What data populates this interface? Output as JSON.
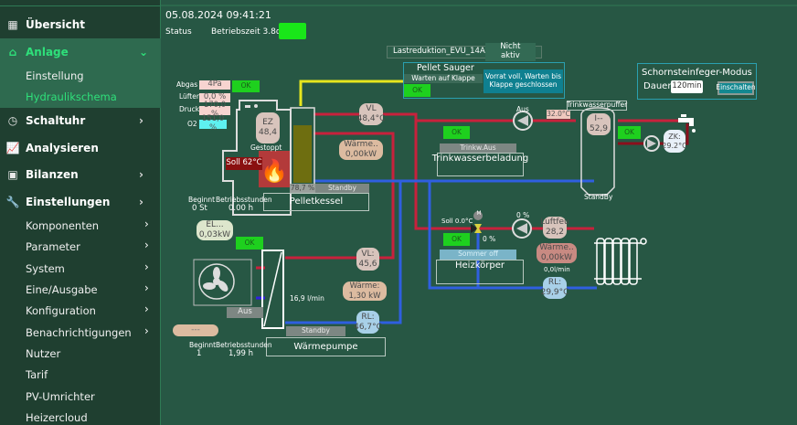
{
  "sidebar": {
    "items": [
      {
        "label": "Übersicht",
        "icon": "grid-icon"
      },
      {
        "label": "Anlage",
        "icon": "home-icon",
        "expanded": true,
        "children": [
          {
            "label": "Einstellung"
          },
          {
            "label": "Hydraulikschema",
            "active": true
          }
        ]
      },
      {
        "label": "Schaltuhr",
        "icon": "clock-icon"
      },
      {
        "label": "Analysieren",
        "icon": "chart-icon"
      },
      {
        "label": "Bilanzen",
        "icon": "money-icon"
      },
      {
        "label": "Einstellungen",
        "icon": "wrench-icon",
        "children": [
          {
            "label": "Komponenten"
          },
          {
            "label": "Parameter"
          },
          {
            "label": "System"
          },
          {
            "label": "Eine/Ausgabe"
          },
          {
            "label": "Konfiguration"
          },
          {
            "label": "Benachrichtigungen"
          },
          {
            "label": "Nutzer"
          },
          {
            "label": "Tarif"
          },
          {
            "label": "PV-Umrichter"
          },
          {
            "label": "Heizercloud"
          }
        ]
      }
    ]
  },
  "header": {
    "datetime": "05.08.2024  09:41:21",
    "status_label": "Status",
    "uptime": "Betriebszeit 3.8d",
    "status_color": "#19e619"
  },
  "lastreduktion": {
    "label": "Lastreduktion_EVU_14A",
    "value": "Nicht aktiv"
  },
  "pellet_sauger": {
    "title": "Pellet Sauger",
    "state": "Warten auf Klappe",
    "ok": "OK",
    "message": "Vorrat voll, Warten bis Klappe geschlossen"
  },
  "schornsteinfeger": {
    "title": "Schornsteinfeger-Modus",
    "dauer_label": "Dauer",
    "dauer_value": "120min",
    "button": "Einschalten"
  },
  "boiler": {
    "params": [
      {
        "label": "Abgas",
        "value": "4Pa"
      },
      {
        "label": "Lüfter",
        "value": "0,0 %"
      },
      {
        "label": "Druck",
        "value": "170,0 %"
      },
      {
        "label": "O2",
        "value": "151,0 %"
      }
    ],
    "ok": "OK",
    "ez_label": "EZ",
    "ez_value": "48,4",
    "state": "Gestoppt",
    "soll": "Soll 62°C",
    "fill_percent": "78,7 %",
    "fill_level": 78.7,
    "mode": "Standby",
    "name": "Pelletkessel",
    "begin_label": "Beginnt",
    "begin_value": "0 St",
    "hours_label": "Betriebsstunden",
    "hours_value": "0.00 h",
    "vl_label": "VL",
    "vl_value": "48,4°C",
    "waerme_label": "Wärme..",
    "waerme_value": "0,00kW"
  },
  "trinkwasser": {
    "pump_state": "Aus",
    "temp": "32.0°C",
    "ok": "OK",
    "mode": "Trinkw.Aus",
    "name": "Trinkwasserbeladung"
  },
  "puffer": {
    "name": "Trinkwasserpuffer",
    "sensor_label": "I--",
    "sensor_value": "52,9",
    "state": "StandBy",
    "ok": "OK",
    "zk_label": "ZK:",
    "zk_value": "29.2°C"
  },
  "heizkreis": {
    "soll": "Soll 0.0°C",
    "valve": "0 %",
    "pump": "0 %",
    "ok": "OK",
    "mode": "Sommer off",
    "name": "Heizkörper",
    "luft_label": "Luftfeu",
    "luft_value": "28,2",
    "waerme_label": "Wärme..",
    "waerme_value": "0,00kW",
    "flow": "0,0l/min",
    "rl_label": "RL:",
    "rl_value": "29,9°C",
    "valve_motor": "M"
  },
  "waermepumpe": {
    "el_label": "EL...",
    "el_value": "0,03kW",
    "ok": "OK",
    "fan_state": "Aus",
    "flow": "16,9 l/min",
    "mode": "Standby",
    "name": "Wärmepumpe",
    "vl_label": "VL:",
    "vl_value": "45,6",
    "waerme": "Wärme: 1,30 kW",
    "rl_label": "RL:",
    "rl_value": "46,7°C",
    "unknown": "---",
    "begin_label": "Beginnt",
    "begin_value": "1",
    "hours_label": "Betriebsstunden",
    "hours_value": "1,99 h"
  },
  "colors": {
    "supply": "#c8213c",
    "return": "#2f5fe0",
    "pellet": "#e6e61e",
    "circulation": "#8b0f1c",
    "ok": "#1ed01e",
    "accent": "#1fbf6a"
  }
}
